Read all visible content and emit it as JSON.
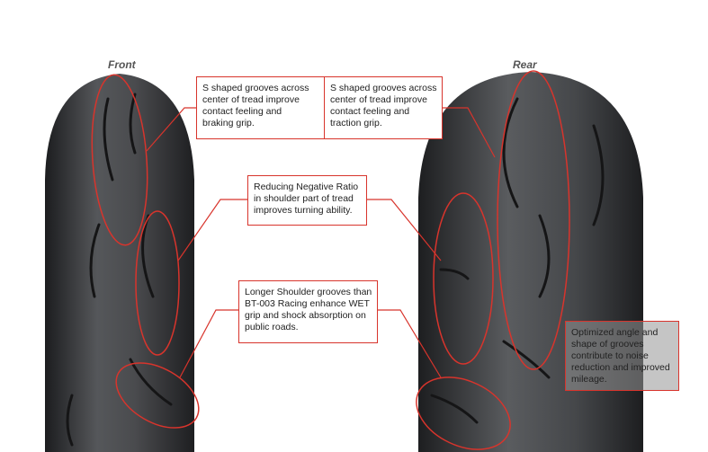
{
  "labels": {
    "front": "Front",
    "rear": "Rear"
  },
  "callouts": {
    "front_center": [
      "S shaped grooves across",
      "center of tread improve",
      "contact feeling and",
      "braking grip."
    ],
    "rear_center": [
      "S shaped grooves across",
      "center of tread improve",
      "contact feeling and",
      "traction grip."
    ],
    "shoulder_ratio": [
      "Reducing Negative Ratio",
      "in shoulder part of tread",
      "improves turning ability."
    ],
    "shoulder_grooves": [
      "Longer Shoulder grooves than",
      "BT-003 Racing enhance WET",
      "grip and shock absorption on",
      "public roads."
    ],
    "optimized": [
      "Optimized angle and",
      "shape of grooves",
      "contribute to noise",
      "reduction and improved",
      "mileage."
    ]
  },
  "colors": {
    "accent": "#d8342c",
    "tire": "#3a3b3d"
  }
}
